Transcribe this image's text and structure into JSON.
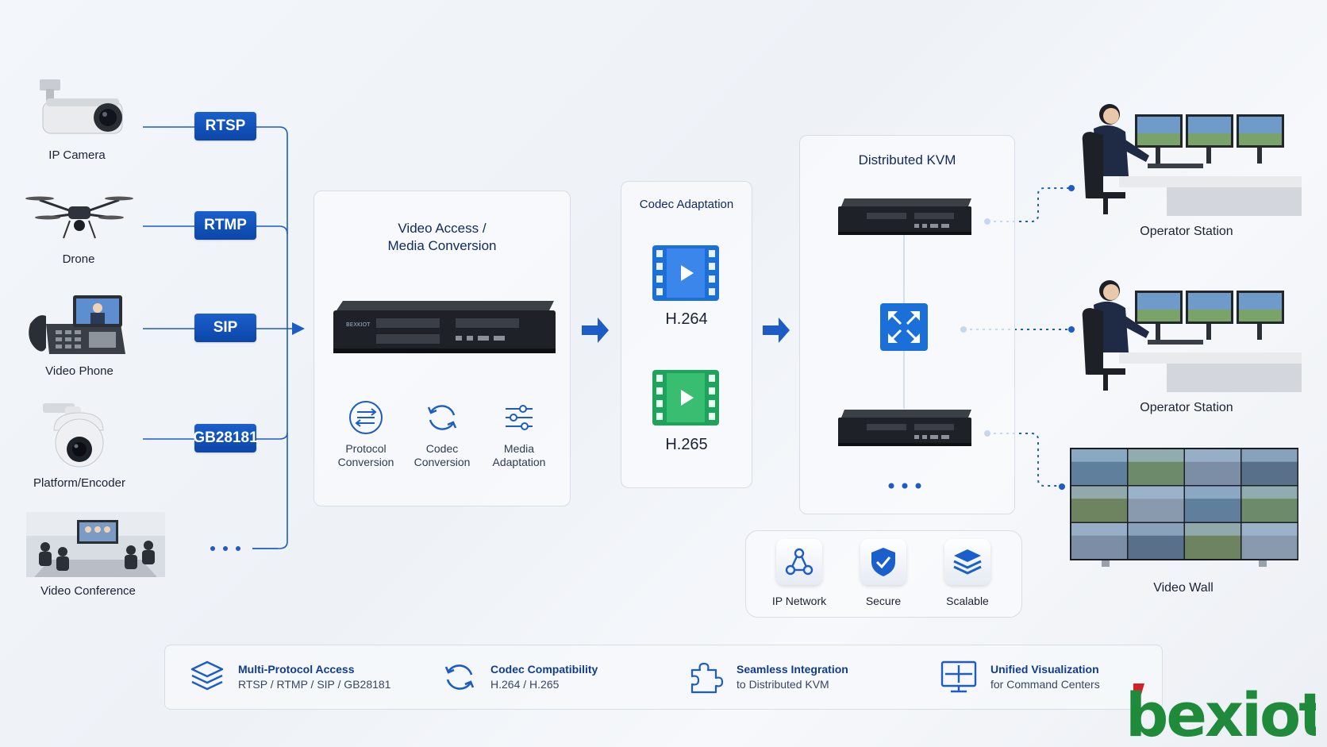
{
  "sources": [
    {
      "label": "IP Camera",
      "protocol": "RTSP"
    },
    {
      "label": "Drone",
      "protocol": "RTMP"
    },
    {
      "label": "Video Phone",
      "protocol": "SIP"
    },
    {
      "label": "Platform/Encoder",
      "protocol": "GB28181"
    },
    {
      "label": "Video Conference",
      "protocol": ""
    }
  ],
  "video_access": {
    "title_line1": "Video Access /",
    "title_line2": "Media Conversion",
    "device_brand": "BEXKIOT",
    "tools": [
      {
        "line1": "Protocol",
        "line2": "Conversion"
      },
      {
        "line1": "Codec",
        "line2": "Conversion"
      },
      {
        "line1": "Media",
        "line2": "Adaptation"
      }
    ]
  },
  "codec": {
    "title": "Codec Adaptation",
    "items": [
      {
        "label": "H.264",
        "color": "#1a6fd8"
      },
      {
        "label": "H.265",
        "color": "#1ea35a"
      }
    ]
  },
  "kvm": {
    "title": "Distributed KVM"
  },
  "features": [
    {
      "label": "IP Network",
      "icon": "network-icon"
    },
    {
      "label": "Secure",
      "icon": "shield-icon"
    },
    {
      "label": "Scalable",
      "icon": "layers-icon"
    }
  ],
  "destinations": [
    {
      "label": "Operator Station"
    },
    {
      "label": "Operator Station"
    },
    {
      "label": "Video Wall"
    }
  ],
  "bottom_items": [
    {
      "title": "Multi-Protocol Access",
      "sub": "RTSP / RTMP / SIP / GB28181",
      "icon": "layers-icon"
    },
    {
      "title": "Codec Compatibility",
      "sub": "H.264 / H.265",
      "icon": "refresh-icon"
    },
    {
      "title": "Seamless Integration",
      "sub": "to Distributed KVM",
      "icon": "puzzle-icon"
    },
    {
      "title": "Unified Visualization",
      "sub": "for Command Centers",
      "icon": "monitor-icon"
    }
  ],
  "logo": {
    "text": "bexiot"
  },
  "colors": {
    "accent": "#0c46a8",
    "brand_green": "#1f8a3a",
    "brand_red": "#d81f26"
  }
}
